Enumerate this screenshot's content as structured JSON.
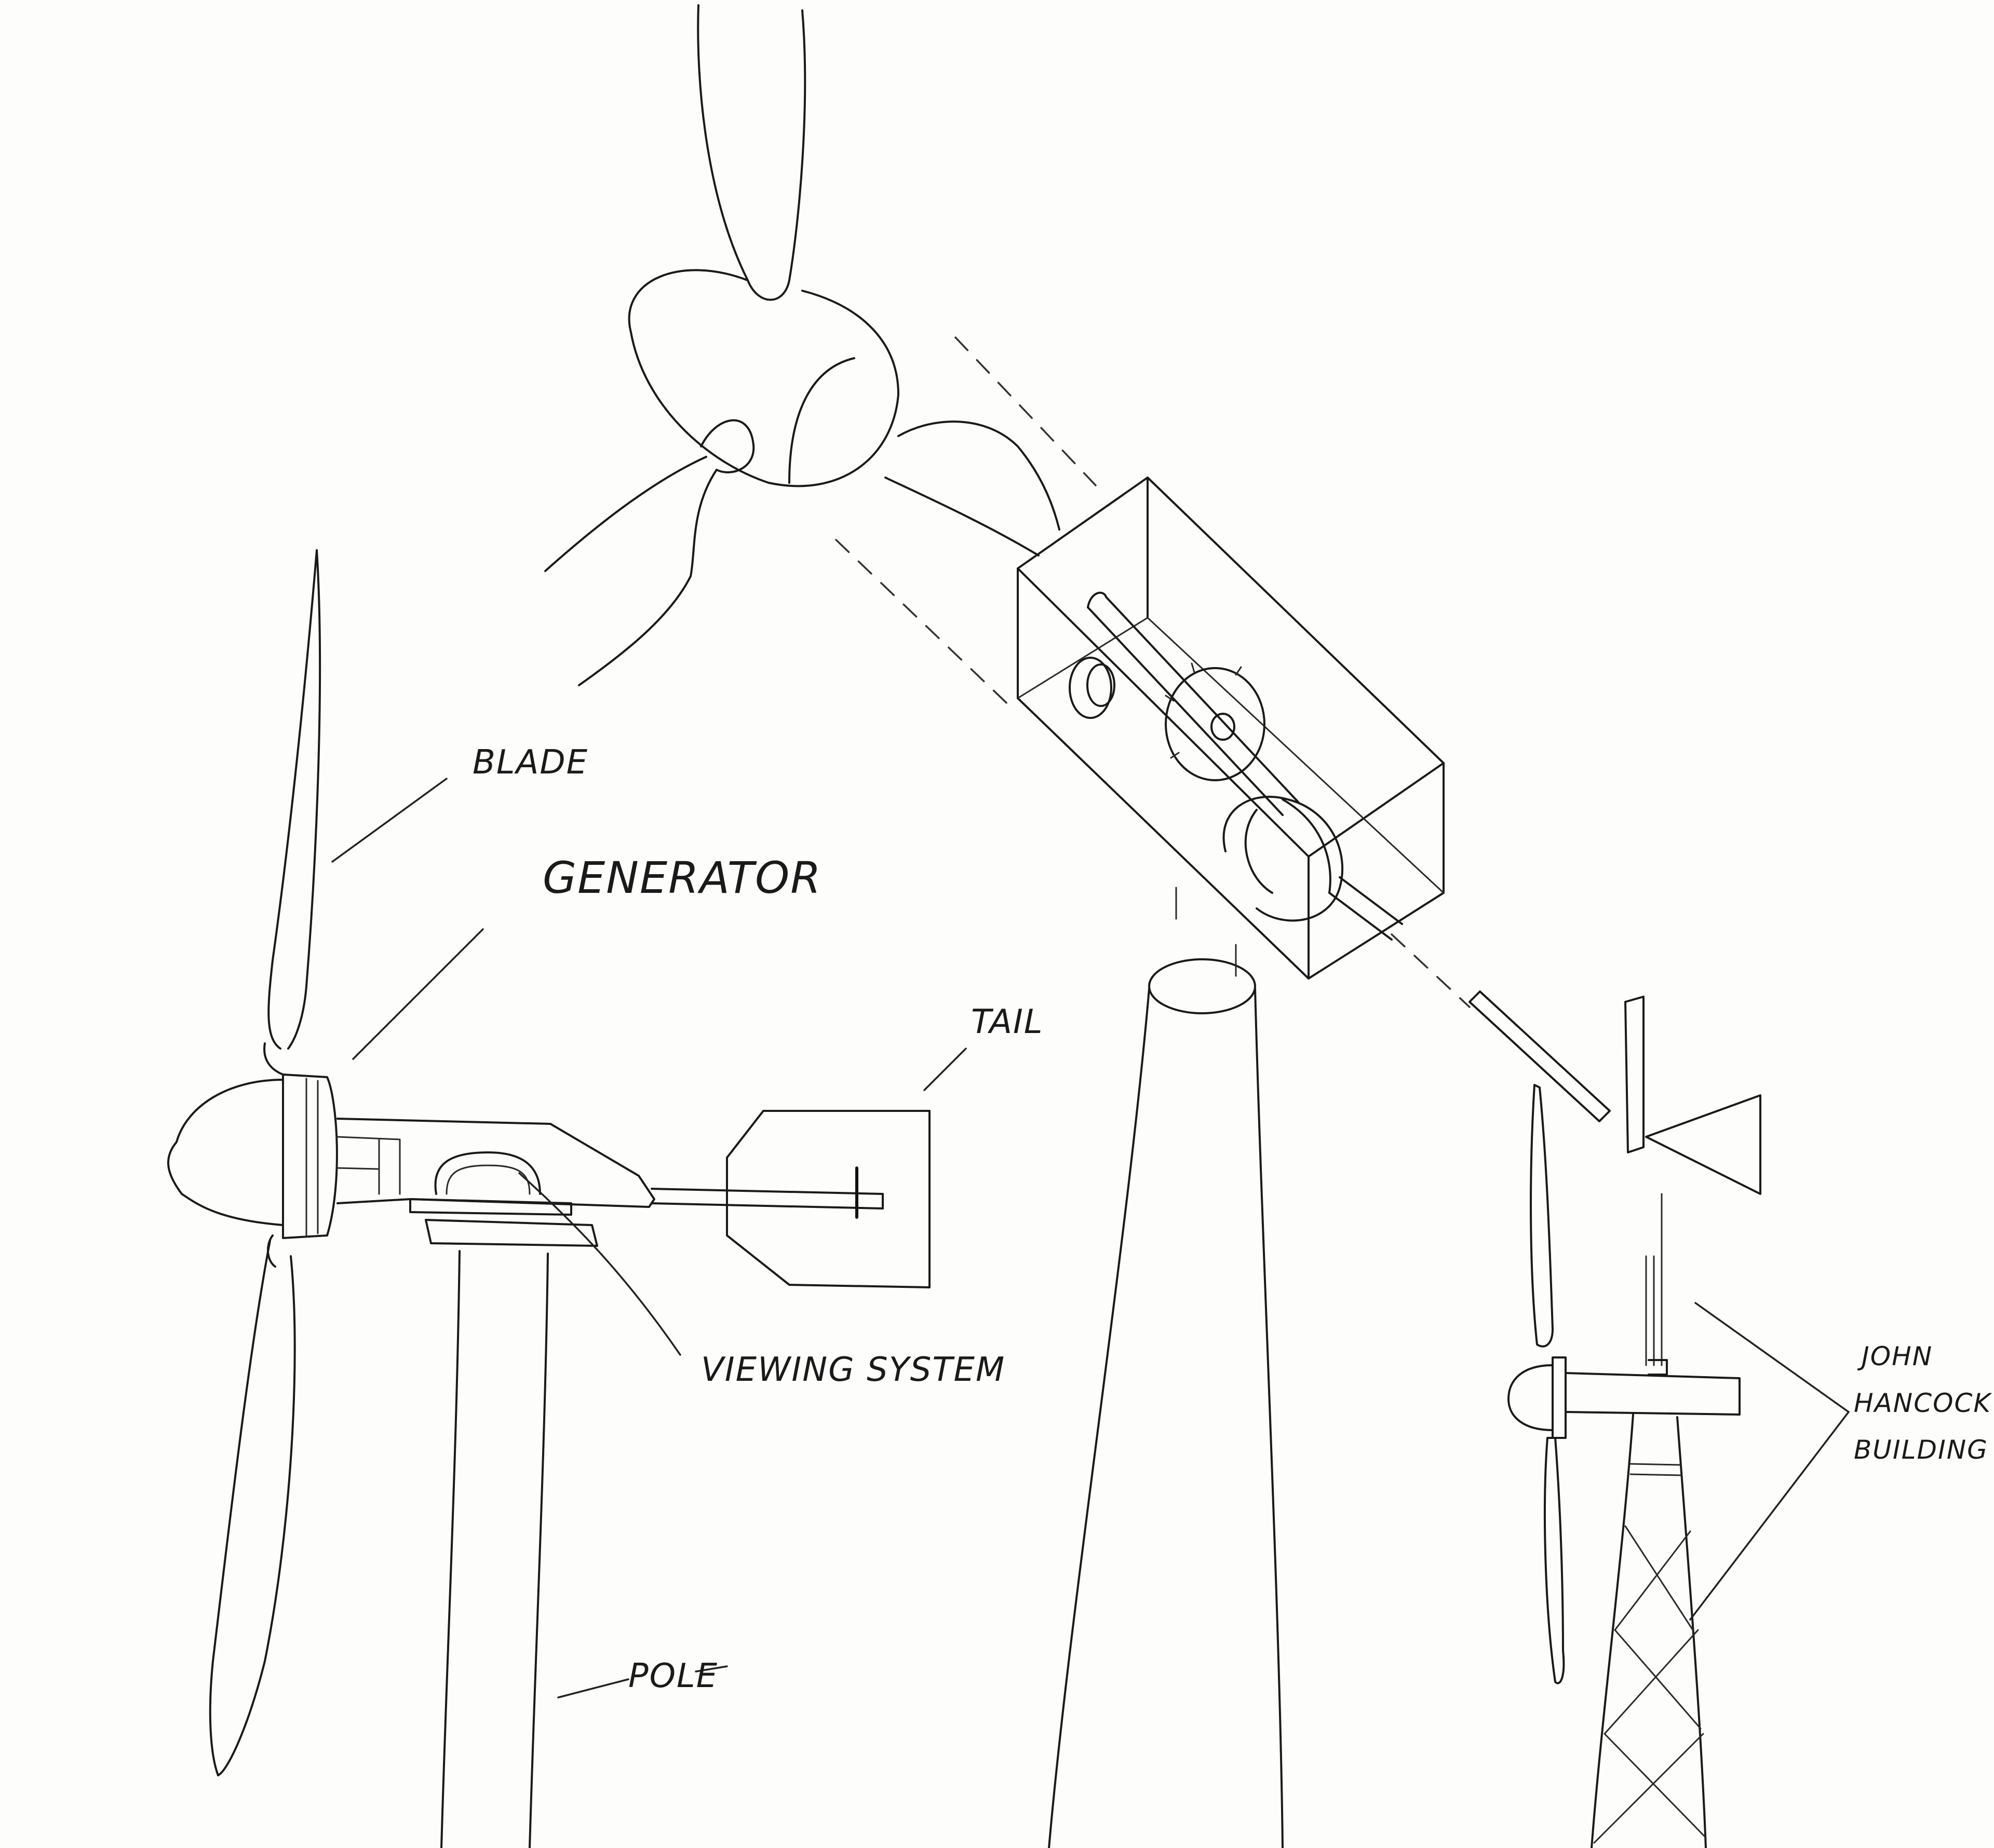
{
  "labels": {
    "blade": "BLADE",
    "generator": "GENERATOR",
    "tail": "TAIL",
    "viewing_system": "VIEWING SYSTEM",
    "pole": "POLE",
    "john_line1": "JOHN",
    "john_line2": "HANCOCK",
    "john_line3": "BUILDING"
  },
  "colors": {
    "ink": "#1a1a1a",
    "paper": "#fdfdfb"
  }
}
